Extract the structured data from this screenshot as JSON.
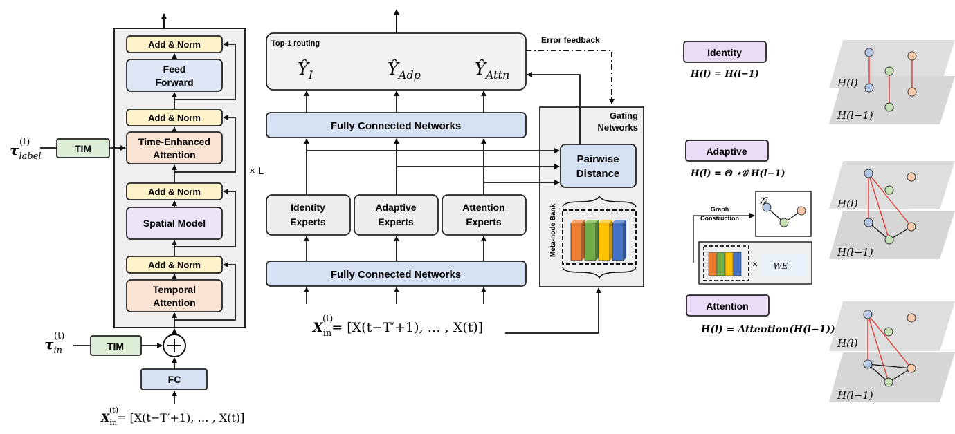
{
  "left": {
    "tau_label": "τ",
    "tau_label_sub": "label",
    "tau_label_sup": "(t)",
    "tau_in": "τ",
    "tau_in_sub": "in",
    "tau_in_sup": "(t)",
    "tim": "TIM",
    "add_norm": "Add & Norm",
    "feed_forward_1": "Feed",
    "feed_forward_2": "Forward",
    "time_enhanced_1": "Time-Enhanced",
    "time_enhanced_2": "Attention",
    "spatial_model": "Spatial Model",
    "temporal_1": "Temporal",
    "temporal_2": "Attention",
    "fc": "FC",
    "times_l": "× L",
    "input_formula": "X",
    "input_formula_sub": "in",
    "input_formula_sup": "(t)",
    "input_formula_rhs": "= [X(t−T′+1), … , X(t)]"
  },
  "middle": {
    "top1_routing": "Top-1 routing",
    "y_i": "Ŷ",
    "y_i_sub": "I",
    "y_adp": "Ŷ",
    "y_adp_sub": "Adp",
    "y_attn": "Ŷ",
    "y_attn_sub": "Attn",
    "error_feedback": "Error feedback",
    "fcn_top": "Fully Connected Networks",
    "fcn_bottom": "Fully Connected Networks",
    "identity_1": "Identity",
    "identity_2": "Experts",
    "adaptive_1": "Adaptive",
    "adaptive_2": "Experts",
    "attention_1": "Attention",
    "attention_2": "Experts",
    "gating_1": "Gating",
    "gating_2": "Networks",
    "pairwise_1": "Pairwise",
    "pairwise_2": "Distance",
    "meta_node_bank": "Meta-node Bank",
    "input_formula": "X",
    "input_formula_sub": "in",
    "input_formula_sup": "(t)",
    "input_formula_rhs": "= [X(t−T′+1), … , X(t)]"
  },
  "right": {
    "identity_label": "Identity",
    "identity_formula": "H(l) = H(l−1)",
    "adaptive_label": "Adaptive",
    "adaptive_formula": "H(l) = Θ ⋆𝒢 H(l−1)",
    "attention_label": "Attention",
    "attention_formula": "H(l) = Attention(H(l−1))",
    "graph_construction_1": "Graph",
    "graph_construction_2": "Construction",
    "graph_symbol": "𝒢",
    "times_we": "×",
    "we": "WE",
    "h_l": "H(l)",
    "h_l_minus_1": "H(l−1)"
  },
  "colors": {
    "add_norm": "#fdf2c8",
    "feed_forward": "#dce6f5",
    "time_attention": "#fbe3d4",
    "spatial": "#ece3f7",
    "tim": "#dcefd6",
    "fcn": "#d6e2f3",
    "expert": "#eeeeee",
    "panel": "#efefef",
    "plane": "#dcdcdc",
    "label_purple": "#eadcf7",
    "node_blue": "#b4c7e7",
    "node_green": "#c5e0b3",
    "node_orange": "#f8cbad",
    "edge_red": "#e0302a",
    "bank_orange": "#ed7d31",
    "bank_green": "#70ad47",
    "bank_yellow": "#ffc000",
    "bank_blue": "#4472c4"
  }
}
